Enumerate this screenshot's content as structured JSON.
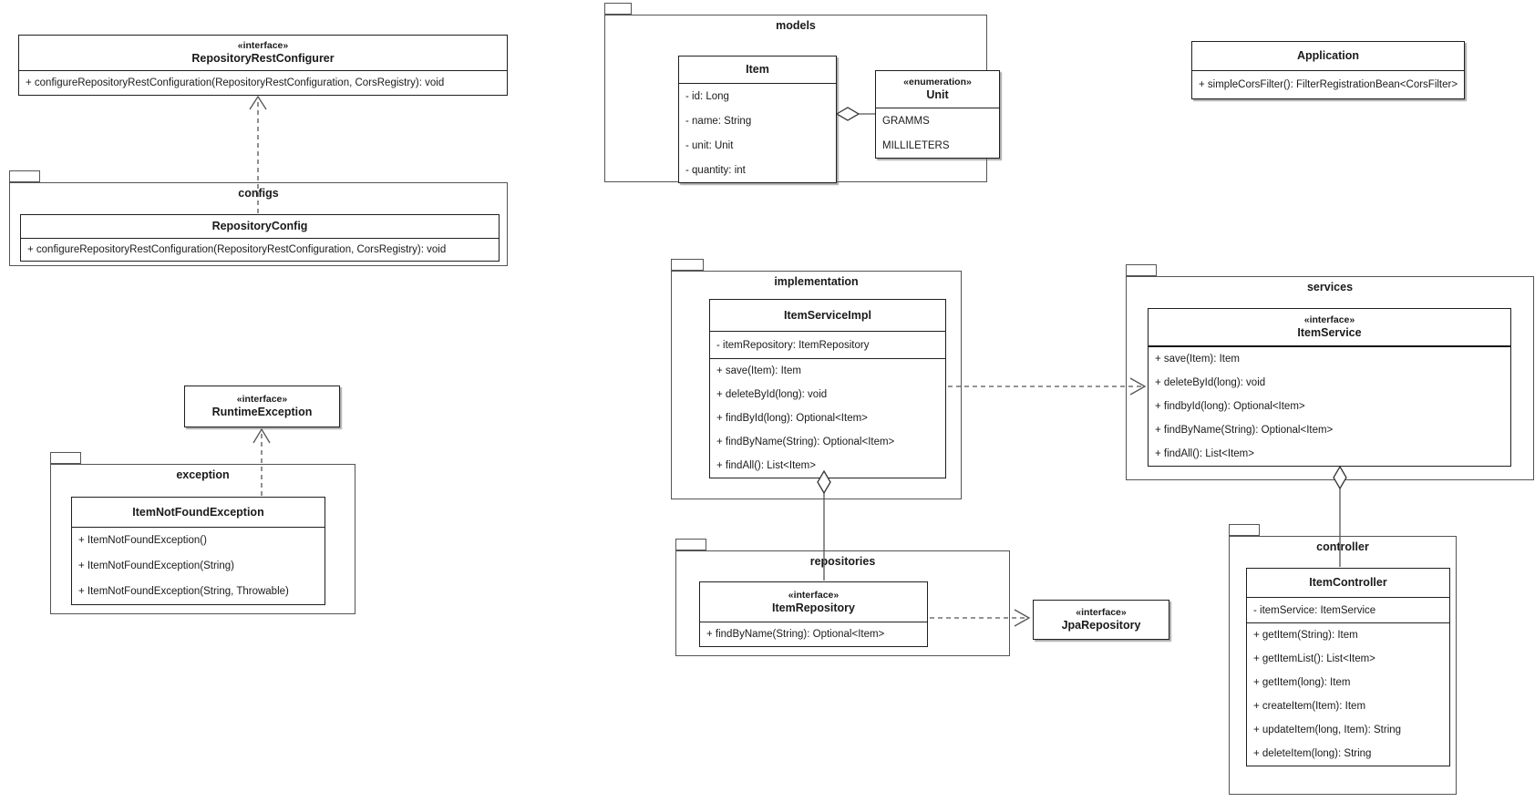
{
  "diagram": {
    "type": "uml-class-diagram",
    "background": "#ffffff",
    "stroke_color": "#1f1f1f",
    "package_stroke_color": "#545454",
    "connector_color": "#555555"
  },
  "packages": {
    "configs": {
      "title": "configs"
    },
    "exception": {
      "title": "exception"
    },
    "models": {
      "title": "models"
    },
    "implementation": {
      "title": "implementation"
    },
    "services": {
      "title": "services"
    },
    "repositories": {
      "title": "repositories"
    },
    "controller": {
      "title": "controller"
    }
  },
  "classes": {
    "repositoryRestConfigurer": {
      "stereotype": "«interface»",
      "name": "RepositoryRestConfigurer",
      "methods": [
        "+ configureRepositoryRestConfiguration(RepositoryRestConfiguration, CorsRegistry): void"
      ]
    },
    "repositoryConfig": {
      "name": "RepositoryConfig",
      "methods": [
        "+ configureRepositoryRestConfiguration(RepositoryRestConfiguration, CorsRegistry): void"
      ]
    },
    "runtimeException": {
      "stereotype": "«interface»",
      "name": "RuntimeException"
    },
    "itemNotFoundException": {
      "name": "ItemNotFoundException",
      "methods": [
        "+ ItemNotFoundException()",
        "+ ItemNotFoundException(String)",
        "+ ItemNotFoundException(String, Throwable)"
      ]
    },
    "item": {
      "name": "Item",
      "attributes": [
        "- id: Long",
        "- name: String",
        "- unit: Unit",
        "- quantity: int"
      ]
    },
    "unit": {
      "stereotype": "«enumeration»",
      "name": "Unit",
      "values": [
        "GRAMMS",
        "MILLILETERS"
      ]
    },
    "application": {
      "name": "Application",
      "methods": [
        "+ simpleCorsFilter(): FilterRegistrationBean<CorsFilter>"
      ]
    },
    "itemServiceImpl": {
      "name": "ItemServiceImpl",
      "attributes": [
        "- itemRepository: ItemRepository"
      ],
      "methods": [
        "+ save(Item): Item",
        "+ deleteById(long): void",
        "+ findById(long): Optional<Item>",
        "+ findByName(String): Optional<Item>",
        "+ findAll(): List<Item>"
      ]
    },
    "itemService": {
      "stereotype": "«interface»",
      "name": "ItemService",
      "methods": [
        "+ save(Item): Item",
        "+ deleteById(long): void",
        "+ findbyId(long): Optional<Item>",
        "+ findByName(String): Optional<Item>",
        "+ findAll(): List<Item>"
      ]
    },
    "itemRepository": {
      "stereotype": "«interface»",
      "name": "ItemRepository",
      "methods": [
        "+ findByName(String): Optional<Item>"
      ]
    },
    "jpaRepository": {
      "stereotype": "«interface»",
      "name": "JpaRepository"
    },
    "itemController": {
      "name": "ItemController",
      "attributes": [
        "- itemService: ItemService"
      ],
      "methods": [
        "+ getItem(String): Item",
        "+ getItemList(): List<Item>",
        "+ getItem(long): Item",
        "+ createItem(Item): Item",
        "+ updateItem(long, Item): String",
        "+ deleteItem(long): String"
      ]
    }
  },
  "relationships": [
    {
      "from": "RepositoryConfig",
      "to": "RepositoryRestConfigurer",
      "type": "realization-dashed-open-arrow"
    },
    {
      "from": "ItemNotFoundException",
      "to": "RuntimeException",
      "type": "realization-dashed-open-arrow"
    },
    {
      "from": "Item",
      "to": "Unit",
      "type": "aggregation-hollow-diamond"
    },
    {
      "from": "ItemServiceImpl",
      "to": "ItemService",
      "type": "dependency-dashed-open-arrow"
    },
    {
      "from": "ItemServiceImpl",
      "to": "ItemRepository",
      "type": "aggregation-hollow-diamond"
    },
    {
      "from": "ItemRepository",
      "to": "JpaRepository",
      "type": "dependency-dashed-open-arrow"
    },
    {
      "from": "ItemService",
      "to": "ItemController",
      "type": "aggregation-hollow-diamond"
    }
  ]
}
